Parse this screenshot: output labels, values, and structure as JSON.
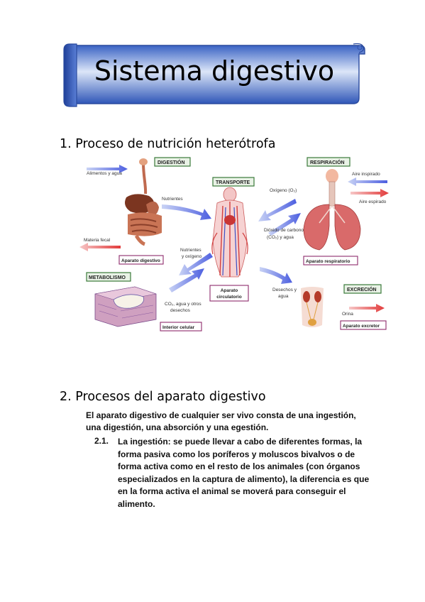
{
  "title": "Sistema digestivo",
  "section1": {
    "heading": "1. Proceso de nutrición heterótrofa"
  },
  "diagram": {
    "boxes": {
      "digestion": "DIGESTIÓN",
      "respiracion": "RESPIRACIÓN",
      "transporte": "TRANSPORTE",
      "metabolismo": "METABOLISMO",
      "excrecion": "EXCRECIÓN",
      "aparato_digestivo": "Aparato digestivo",
      "aparato_respiratorio": "Aparato respiratorio",
      "aparato_circulatorio_1": "Aparato",
      "aparato_circulatorio_2": "circulatorio",
      "interior_celular": "Interior celular",
      "aparato_excretor": "Aparato excretor"
    },
    "labels": {
      "alimentos": "Alimentos y agua",
      "nutrientes": "Nutrientes",
      "materia_fecal": "Materia fecal",
      "oxigeno": "Oxígeno (O₂)",
      "aire_inspirado": "Aire inspirado",
      "aire_espirado": "Aire espirado",
      "dioxido_1": "Dióxido de carbono",
      "dioxido_2": "(CO₂)    y agua",
      "nutrientes_oxigeno_1": "Nutrientes",
      "nutrientes_oxigeno_2": "y oxígeno",
      "co2_agua_1": "CO₂, agua y otros",
      "co2_agua_2": "desechos",
      "desechos_1": "Desechos y",
      "desechos_2": "agua",
      "orina": "Orina"
    }
  },
  "section2": {
    "heading": "2. Procesos del aparato digestivo",
    "intro": "El aparato digestivo de cualquier ser vivo consta de una ingestión, una digestión, una absorción y una egestión.",
    "item_number": "2.1.",
    "item_text": "La ingestión: se puede llevar a cabo de diferentes formas, la forma pasiva como los poríferos y moluscos bivalvos o de forma activa como en el resto de los animales (con órganos especializados en la captura de alimento), la diferencia es que en la forma activa el animal se moverá para conseguir el alimento."
  }
}
